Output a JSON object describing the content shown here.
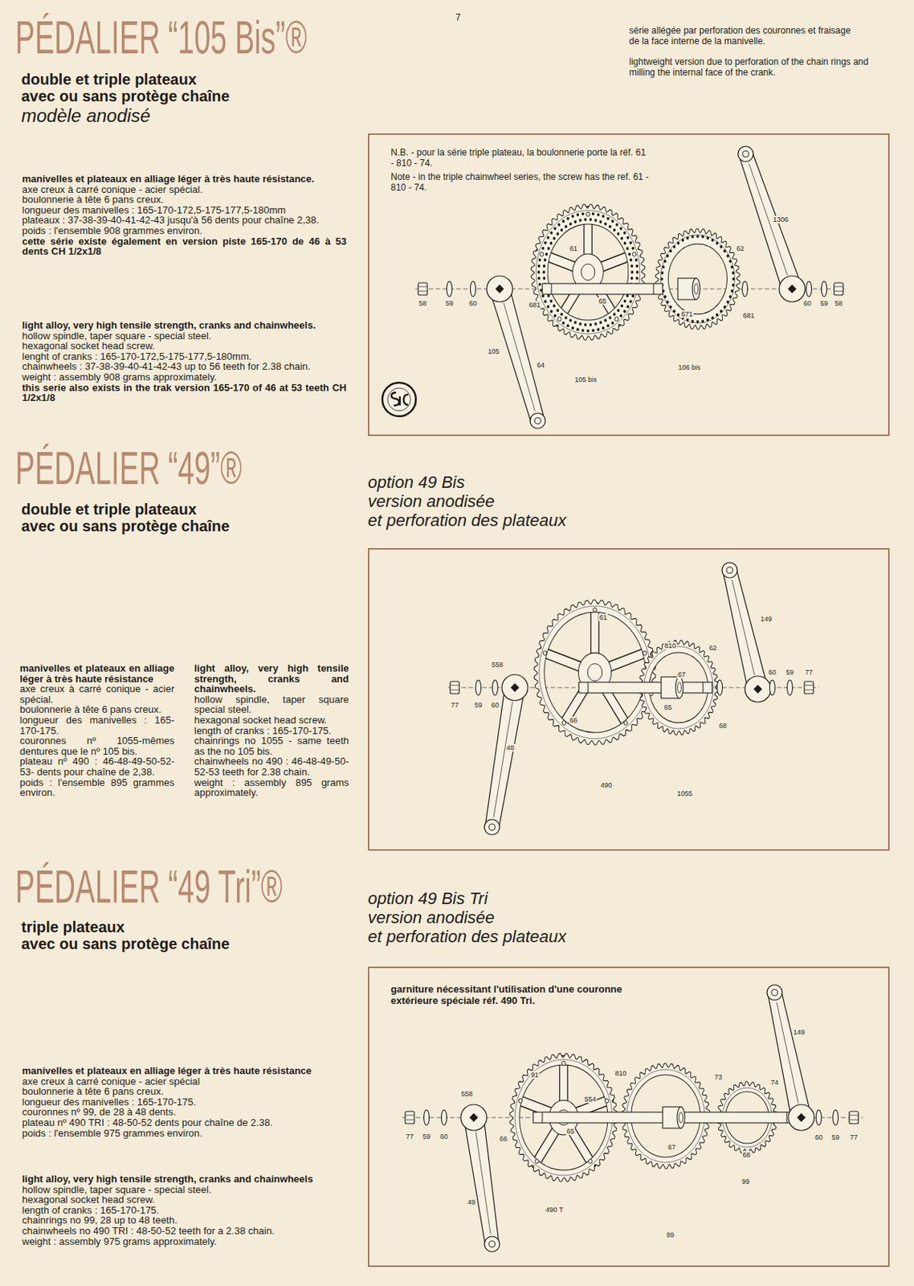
{
  "diagram": {
    "nodes": [
      {
        "text": [
          "N.B. - pour la série triple plateau, la boulonnerie porte la réf. 61 - 810 - 74.",
          "Note - in the triple chainwheel series, the screw has the ref. 61 - 810 - 74."
        ]
      },
      {
        "text": [
          "garniture nécessitant l'utilisation d'une couronne extérieure spéciale réf. 490 Tri."
        ]
      }
    ],
    "labels": [
      "7",
      "série allégée par perforation des couronnes et fraisage de la face interne de la manivelle.",
      "lightweight version due to perforation of the chain rings and milling the internal face of the crank.",
      "PÉDALIER “105 Bis”®",
      "double et triple plateaux",
      "avec ou sans protège chaîne",
      "modèle anodisé",
      "manivelles et plateaux en alliage léger à très haute résistance.",
      "axe creux à carré conique - acier spécial.",
      "boulonnerie à tête 6 pans creux.",
      "longueur des manivelles : 165-170-172,5-175-177,5-180mm",
      "plateaux : 37-38-39-40-41-42-43 jusqu'à 56 dents pour chaîne 2,38.",
      "poids : l'ensemble 908 grammes environ.",
      "cette série existe également en version piste 165-170 de 46 à 53 dents CH 1/2x1/8",
      "light alloy, very high tensile strength, cranks and chainwheels.",
      "hollow spindle, taper square - special steel.",
      "hexagonal socket head screw.",
      "lenght of cranks : 165-170-172,5-175-177,5-180mm.",
      "chainwheels : 37-38-39-40-41-42-43 up to 56 teeth for 2.38 chain.",
      "weight : assembly 908 grams approximately.",
      "this serie also exists in the trak version 165-170 of 46 at 53 teeth CH 1/2x1/8",
      "PÉDALIER “49”®",
      "double et triple plateaux",
      "avec ou sans protège chaîne",
      "option 49 Bis",
      "version anodisée",
      "et perforation des plateaux",
      "manivelles et plateaux en alliage léger à très haute résistance",
      "axe creux à carré conique - acier spécial.",
      "boulonnerie à tête 6 pans creux.",
      "longueur des manivelles : 165-170-175.",
      "couronnes nº 1055-mêmes dentures que le nº 105 bis.",
      "plateau nº 490 : 46-48-49-50-52-53- dents pour chaîne de 2,38.",
      "poids : l'ensemble 895 grammes environ.",
      "light alloy, very high tensile strength, cranks and chainwheels.",
      "hollow spindle, taper square special steel.",
      "hexagonal socket head screw.",
      "length of cranks : 165-170-175.",
      "chainrings no 1055 - same teeth as the no 105 bis.",
      "chainwheels no 490 : 46-48-49-50-52-53 teeth for 2.38 chain.",
      "weight : assembly 895 grams approximately.",
      "PÉDALIER “49 Tri”®",
      "triple plateaux",
      "avec ou sans protège chaîne",
      "option 49 Bis Tri",
      "version anodisée",
      "et perforation des plateaux",
      "manivelles et plateaux en alliage léger à très haute résistance",
      "axe creux à carré conique - acier spécial",
      "boulonnerie à tête 6 pans creux.",
      "longueur des manivelles : 165-170-175.",
      "couronnes nº 99, de 28 à 48 dents.",
      "plateau nº 490 TRI : 48-50-52 dents pour chaîne de 2.38.",
      "poids : l'ensemble 975 grammes environ.",
      "light alloy, very high tensile strength, cranks and chainwheels",
      "hollow spindle, taper square - special steel.",
      "hexagonal socket head screw.",
      "length of cranks : 165-170-175.",
      "chainrings no 99, 28 up to 48 teeth.",
      "chainwheels no 490 TRI : 48-50-52 teeth for a 2.38 chain.",
      "weight : assembly 975 grams approximately.",
      "58",
      "59",
      "60",
      "61",
      "681",
      "65",
      "62",
      "671",
      "681",
      "60",
      "59",
      "58",
      "1306",
      "105",
      "64",
      "105 bis",
      "106 bis",
      "558",
      "77",
      "59",
      "60",
      "61",
      "66",
      "810",
      "62",
      "65",
      "67",
      "149",
      "60",
      "59",
      "77",
      "68",
      "48",
      "490",
      "1055",
      "558",
      "77",
      "59",
      "60",
      "91",
      "554",
      "65",
      "66",
      "810",
      "73",
      "74",
      "149",
      "67",
      "68",
      "60",
      "59",
      "77",
      "49",
      "490 T",
      "99",
      "99"
    ]
  }
}
